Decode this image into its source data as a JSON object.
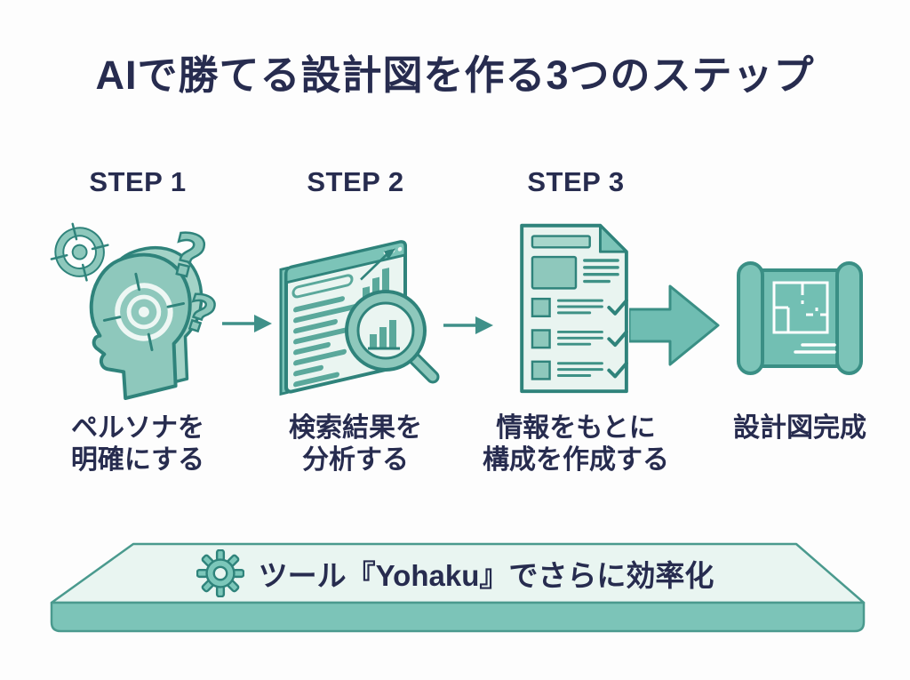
{
  "title": "AIで勝てる設計図を作る3つのステップ",
  "steps": [
    {
      "label": "STEP 1",
      "icon": "persona-head-target-icon",
      "caption": [
        "ペルソナを",
        "明確にする"
      ]
    },
    {
      "label": "STEP 2",
      "icon": "browser-search-analysis-icon",
      "caption": [
        "検索結果を",
        "分析する"
      ]
    },
    {
      "label": "STEP 3",
      "icon": "document-checklist-icon",
      "caption": [
        "情報をもとに",
        "構成を作成する"
      ]
    }
  ],
  "result": {
    "icon": "blueprint-scroll-icon",
    "caption": "設計図完成"
  },
  "banner": {
    "icon": "gear-icon",
    "text": "ツール『Yohaku』でさらに効率化"
  },
  "colors": {
    "heading_navy": "#272c4f",
    "icon_outline_teal": "#2f837b",
    "icon_fill_teal": "#8ec8bc",
    "icon_fill_light": "#eaf5f1",
    "line_teal": "#55a79a",
    "arrow_teal": "#3f9089",
    "block_arrow_fill": "#6fbdb2",
    "banner_top_face": "#e9f5f1",
    "banner_front_face": "#7cc4b8",
    "banner_border": "#4a9a8e",
    "background": "#fdfdfd"
  }
}
